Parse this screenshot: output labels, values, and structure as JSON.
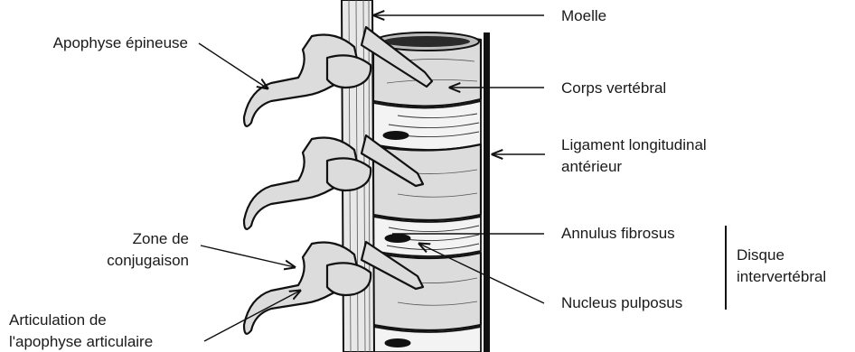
{
  "labels": {
    "moelle": "Moelle",
    "apophyse_epineuse": "Apophyse épineuse",
    "corps_vertebral": "Corps vertébral",
    "ligament_line1": "Ligament longitudinal",
    "ligament_line2": "antérieur",
    "annulus_fibrosus": "Annulus fibrosus",
    "nucleus_pulposus": "Nucleus pulposus",
    "disque_line1": "Disque",
    "disque_line2": "intervertébral",
    "zone_line1": "Zone de",
    "zone_line2": "conjugaison",
    "articulation_line1": "Articulation de",
    "articulation_line2": "l'apophyse articulaire"
  }
}
